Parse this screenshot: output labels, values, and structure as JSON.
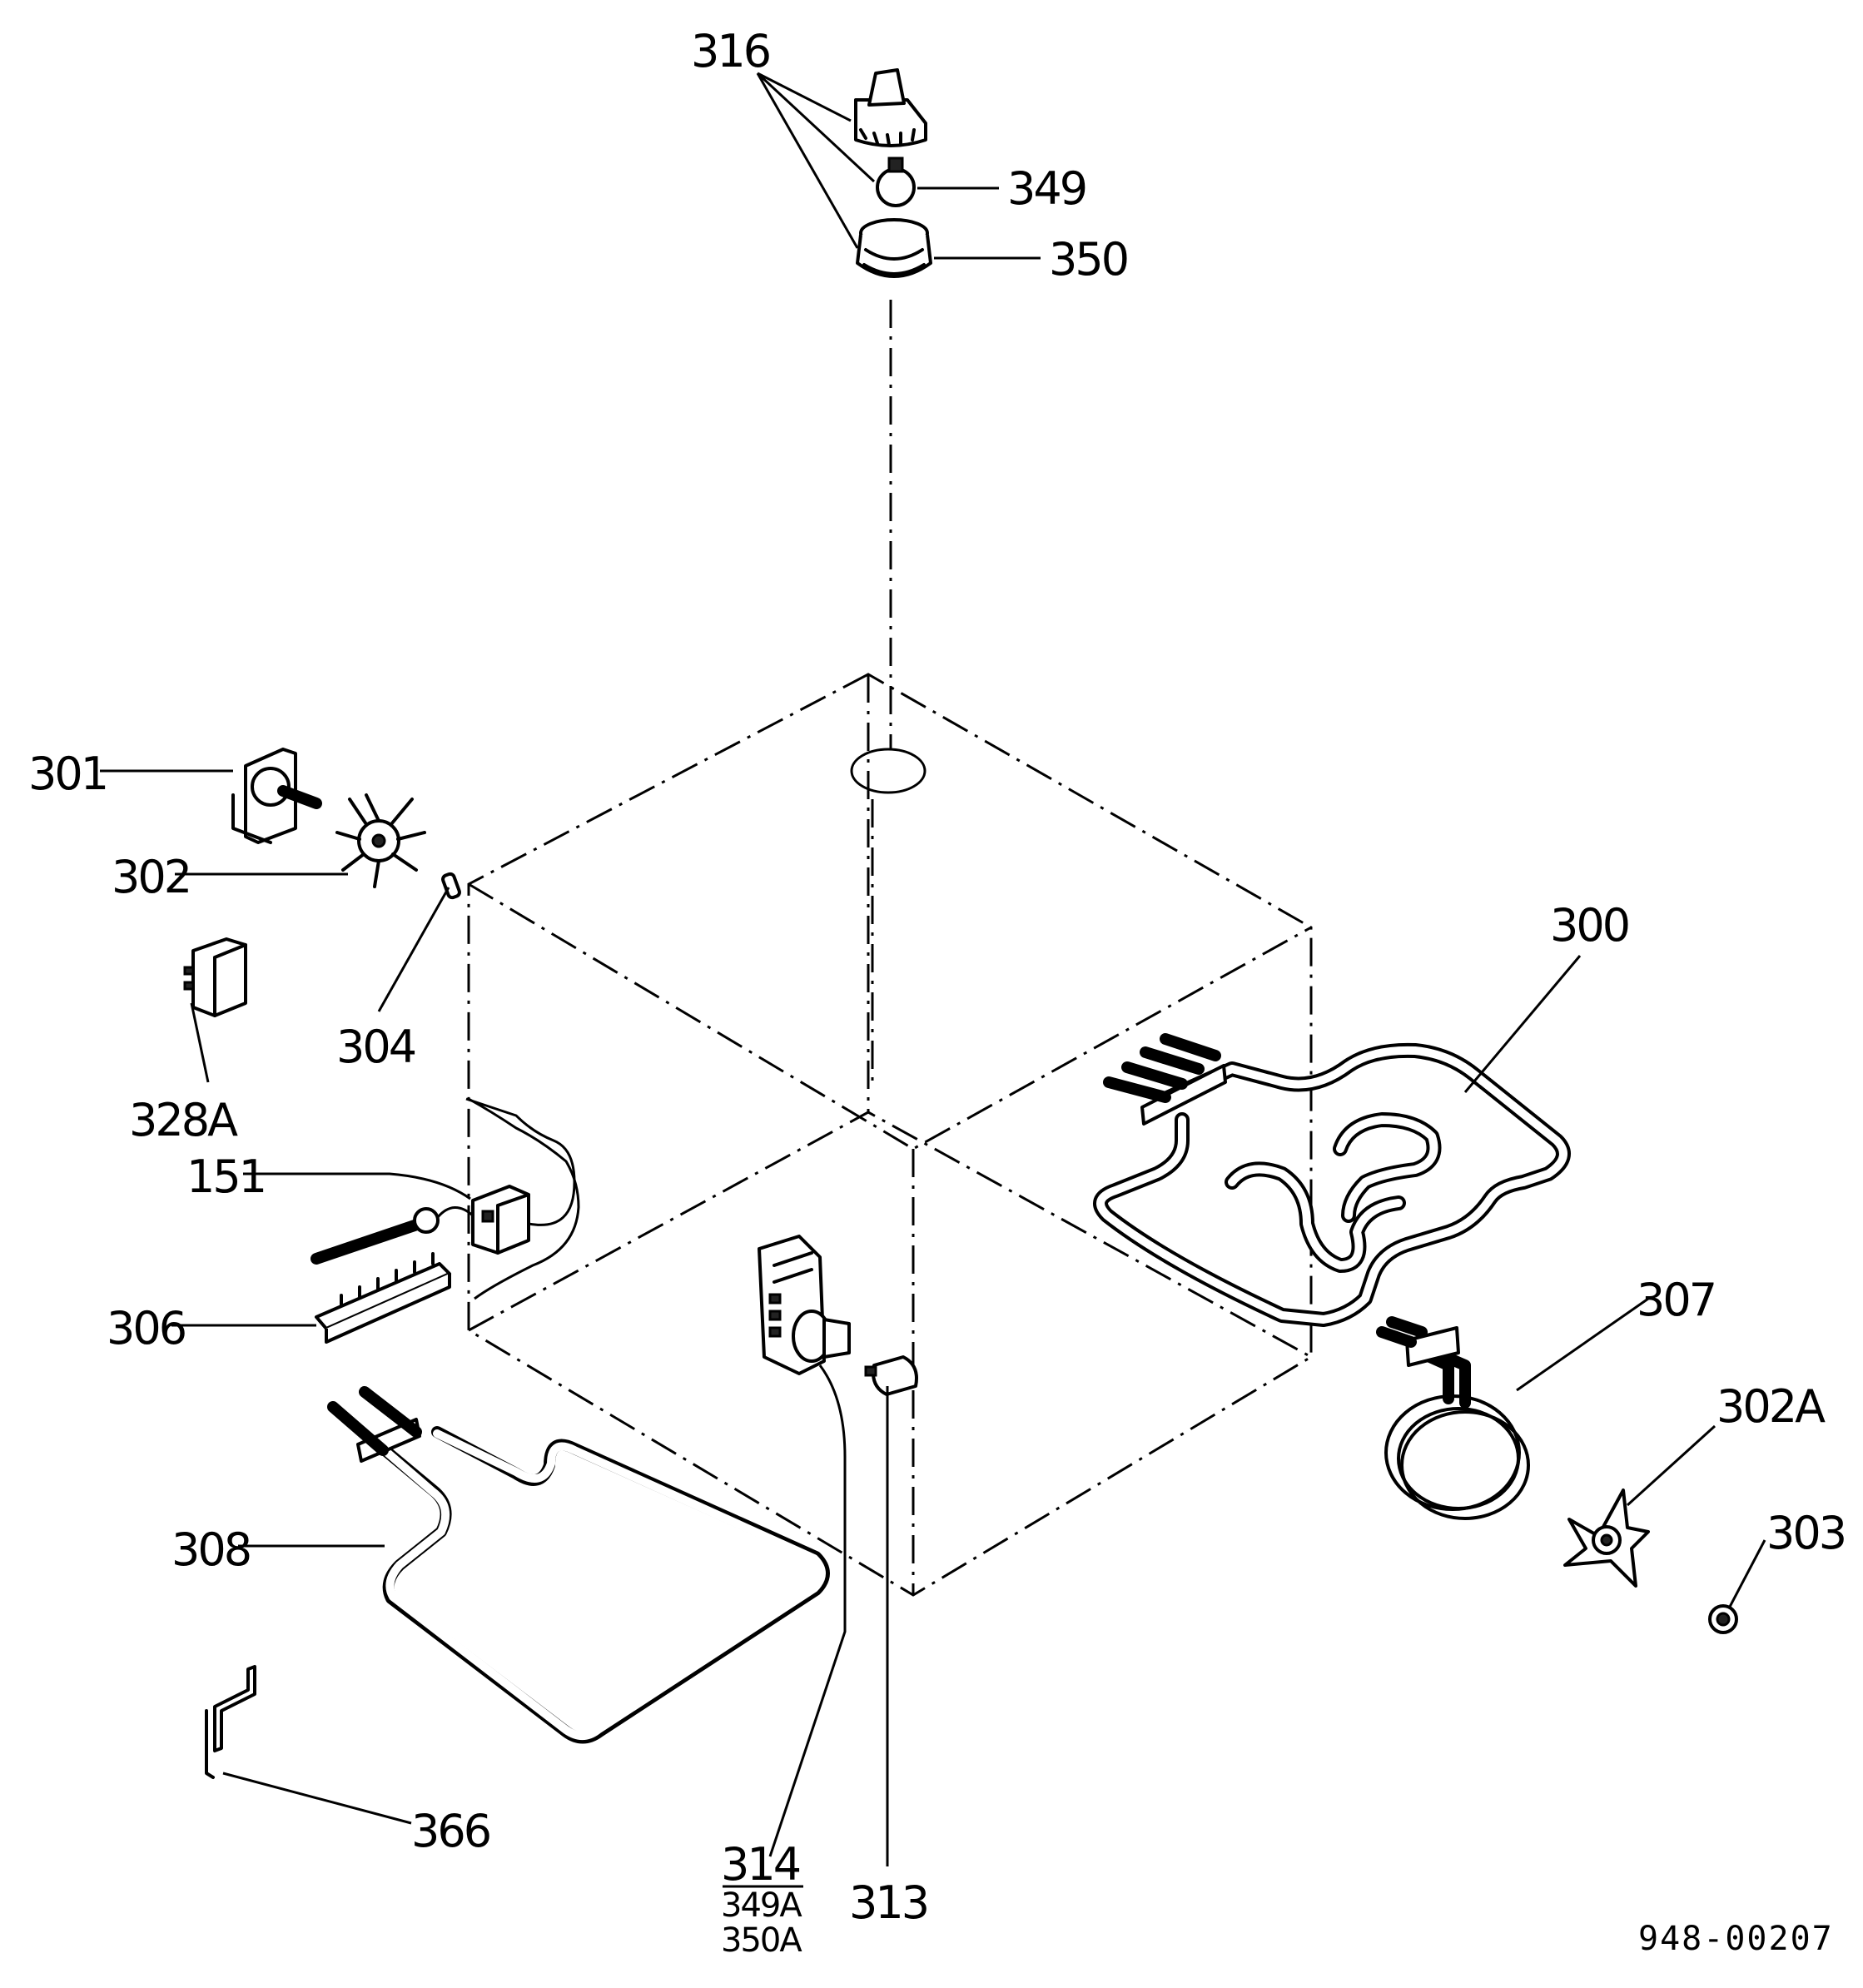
{
  "diagram": {
    "drawing_code": "948-00207",
    "labels": {
      "p300": "300",
      "p301": "301",
      "p302": "302",
      "p302a": "302A",
      "p303": "303",
      "p304": "304",
      "p306": "306",
      "p307": "307",
      "p308": "308",
      "p313": "313",
      "p314": "314",
      "p349a": "349A",
      "p350a": "350A",
      "p316": "316",
      "p328a": "328A",
      "p349": "349",
      "p350": "350",
      "p151": "151",
      "p366": "366"
    }
  }
}
